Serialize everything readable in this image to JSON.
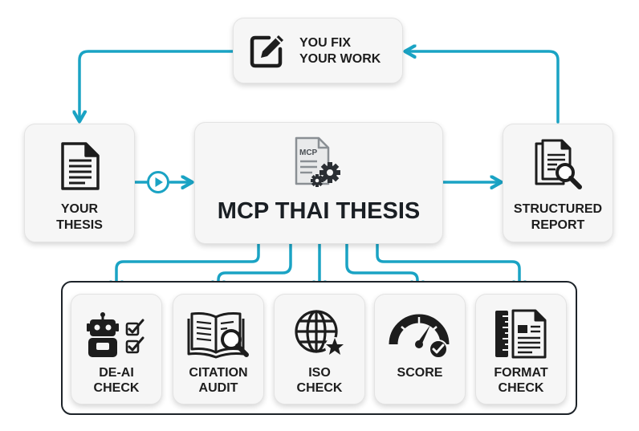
{
  "nodes": {
    "fix": {
      "line1": "YOU FIX",
      "line2": "YOUR WORK",
      "icon": "edit-icon"
    },
    "thesis": {
      "line1": "YOUR",
      "line2": "THESIS",
      "icon": "document-icon"
    },
    "mcp": {
      "title": "MCP THAI THESIS",
      "badge": "MCP",
      "icon": "gear-document-icon"
    },
    "report": {
      "line1": "STRUCTURED",
      "line2": "REPORT",
      "icon": "report-search-icon"
    },
    "play": {
      "icon": "play-icon"
    }
  },
  "tools": [
    {
      "line1": "DE-AI",
      "line2": "CHECK",
      "icon": "robot-checklist-icon"
    },
    {
      "line1": "CITATION",
      "line2": "AUDIT",
      "icon": "book-search-icon"
    },
    {
      "line1": "ISO",
      "line2": "CHECK",
      "icon": "globe-star-icon"
    },
    {
      "line1": "SCORE",
      "line2": "",
      "icon": "gauge-icon"
    },
    {
      "line1": "FORMAT",
      "line2": "CHECK",
      "icon": "ruler-document-icon"
    }
  ],
  "colors": {
    "arrow": "#1aa3c4",
    "ink": "#1d1d1d",
    "card": "#f6f6f6",
    "frame": "#1d2329"
  }
}
